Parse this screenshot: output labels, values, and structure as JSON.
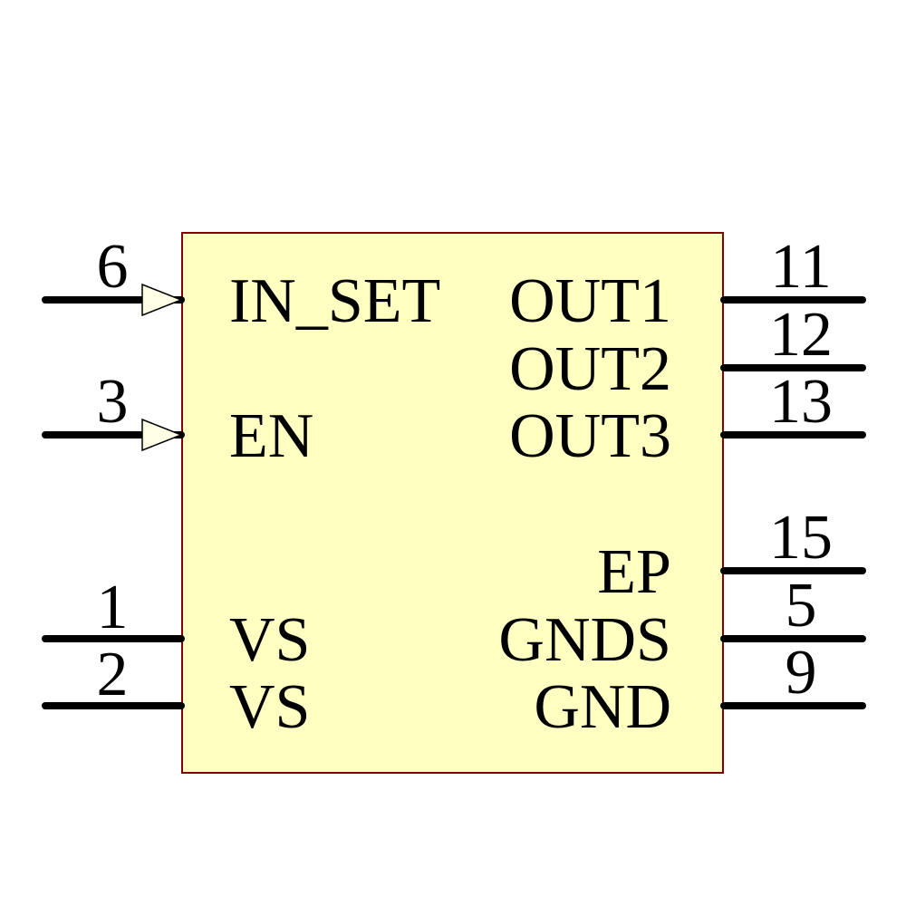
{
  "component": {
    "kind": "ic-schematic-symbol",
    "colors": {
      "background": "#FFFFFF",
      "body_fill": "#FFFFC2",
      "body_border": "#840000",
      "pin_wire": "#000000",
      "input_arrow_fill": "#FFFFE6",
      "text": "#000000"
    },
    "left_pins": [
      {
        "number": "6",
        "label": "IN_SET",
        "type": "input"
      },
      {
        "number": "3",
        "label": "EN",
        "type": "input"
      },
      {
        "number": "1",
        "label": "VS",
        "type": "plain"
      },
      {
        "number": "2",
        "label": "VS",
        "type": "plain"
      }
    ],
    "right_pins": [
      {
        "number": "11",
        "label": "OUT1",
        "type": "plain"
      },
      {
        "number": "12",
        "label": "OUT2",
        "type": "plain"
      },
      {
        "number": "13",
        "label": "OUT3",
        "type": "plain"
      },
      {
        "number": "15",
        "label": "EP",
        "type": "plain"
      },
      {
        "number": "5",
        "label": "GNDS",
        "type": "plain"
      },
      {
        "number": "9",
        "label": "GND",
        "type": "plain"
      }
    ]
  }
}
